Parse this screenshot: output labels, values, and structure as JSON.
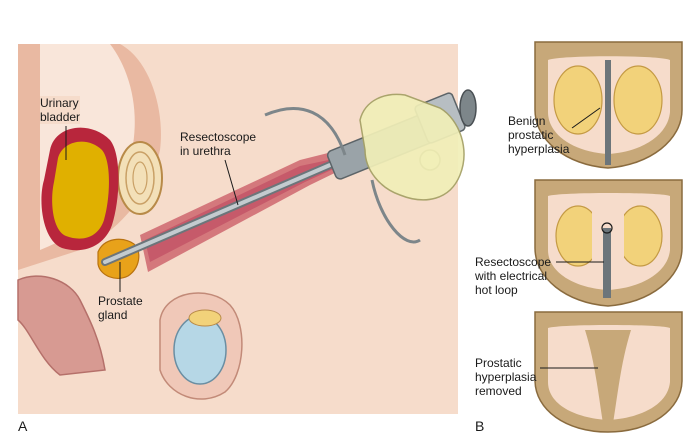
{
  "panel_a": {
    "letter": "A",
    "labels": {
      "bladder": "Urinary\nbladder",
      "scope": "Resectoscope\nin urethra",
      "prostate": "Prostate\ngland"
    }
  },
  "panel_b": {
    "letter": "B",
    "stages": [
      {
        "label": "Benign\nprostatic\nhyperplasia"
      },
      {
        "label": "Resectoscope\nwith electrical\nhot loop"
      },
      {
        "label": "Prostatic\nhyperplasia\nremoved"
      }
    ]
  },
  "colors": {
    "skin": "#f6dccb",
    "tissue": "#e8b8a6",
    "bladder_wall": "#b8263c",
    "bladder_fill": "#e0b000",
    "prostate": "#e8a21a",
    "nodule": "#f2d27a",
    "scope": "#9aa3a8",
    "glove": "#f1efb8"
  }
}
